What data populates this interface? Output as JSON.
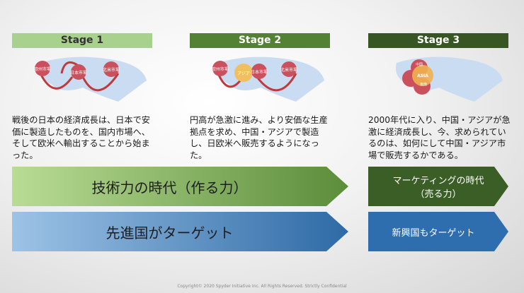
{
  "stages": [
    {
      "label": "Stage 1",
      "color": "#a9d18e",
      "text_color": "#333333",
      "desc": "戦後の日本の経済成長は、日本で安価に製造したものを、国内市場へ、そして欧米へ輸出することから始まった。",
      "markets": [
        "欧州市場",
        "日本市場",
        "北米市場"
      ]
    },
    {
      "label": "Stage 2",
      "color": "#548235",
      "text_color": "#ffffff",
      "desc": "円高が急激に進み、より安価な生産拠点を求め、中国・アジアで製造し、日欧米へ販売するようになった。",
      "markets": [
        "欧州市場",
        "アジア",
        "日本市場",
        "北米市場"
      ]
    },
    {
      "label": "Stage 3",
      "color": "#375623",
      "text_color": "#ffffff",
      "desc": "2000年代に入り、中国・アジアが急激に経済成長し、今、求められているのは、如何にして中国・アジア市場で販売するかである。",
      "markets": [
        "中国",
        "ASIA",
        "東南"
      ]
    }
  ],
  "arrows": {
    "era_left": "技術力の時代（作る力）",
    "era_right_line1": "マーケティングの時代",
    "era_right_line2": "（売る力）",
    "target_left": "先進国がターゲット",
    "target_right": "新興国もターゲット"
  },
  "footer": "Copyright© 2020 Spyder Initiative Inc. All Rights Reserved. Strictly Confidential"
}
